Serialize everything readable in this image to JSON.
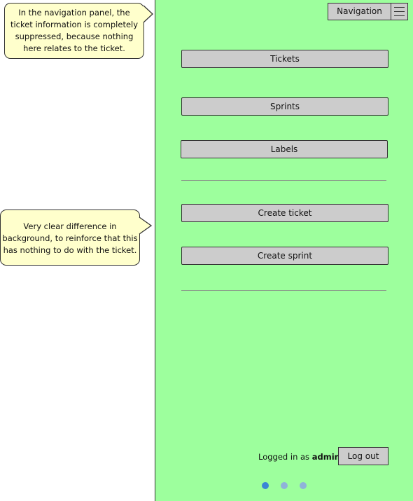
{
  "notes": {
    "note1": "In the navigation panel, the ticket information is completely suppressed, because nothing here relates to the ticket.",
    "note2": "Very clear difference in background, to reinforce that this has nothing to do with the ticket."
  },
  "header": {
    "nav_label": "Navigation",
    "menu_icon": "hamburger-icon"
  },
  "menu": {
    "tickets": "Tickets",
    "sprints": "Sprints",
    "labels": "Labels",
    "create_ticket": "Create ticket",
    "create_sprint": "Create sprint"
  },
  "footer": {
    "logged_prefix": "Logged in as",
    "username": "admin",
    "logout": "Log out"
  },
  "pager": {
    "pages": 3,
    "active_page": 1
  },
  "colors": {
    "panel_bg": "#9dff9d",
    "note_bg": "#ffffcc",
    "button_bg": "#cccccc",
    "dot_active": "#3b86d6",
    "dot_inactive": "#8fb3d9"
  }
}
